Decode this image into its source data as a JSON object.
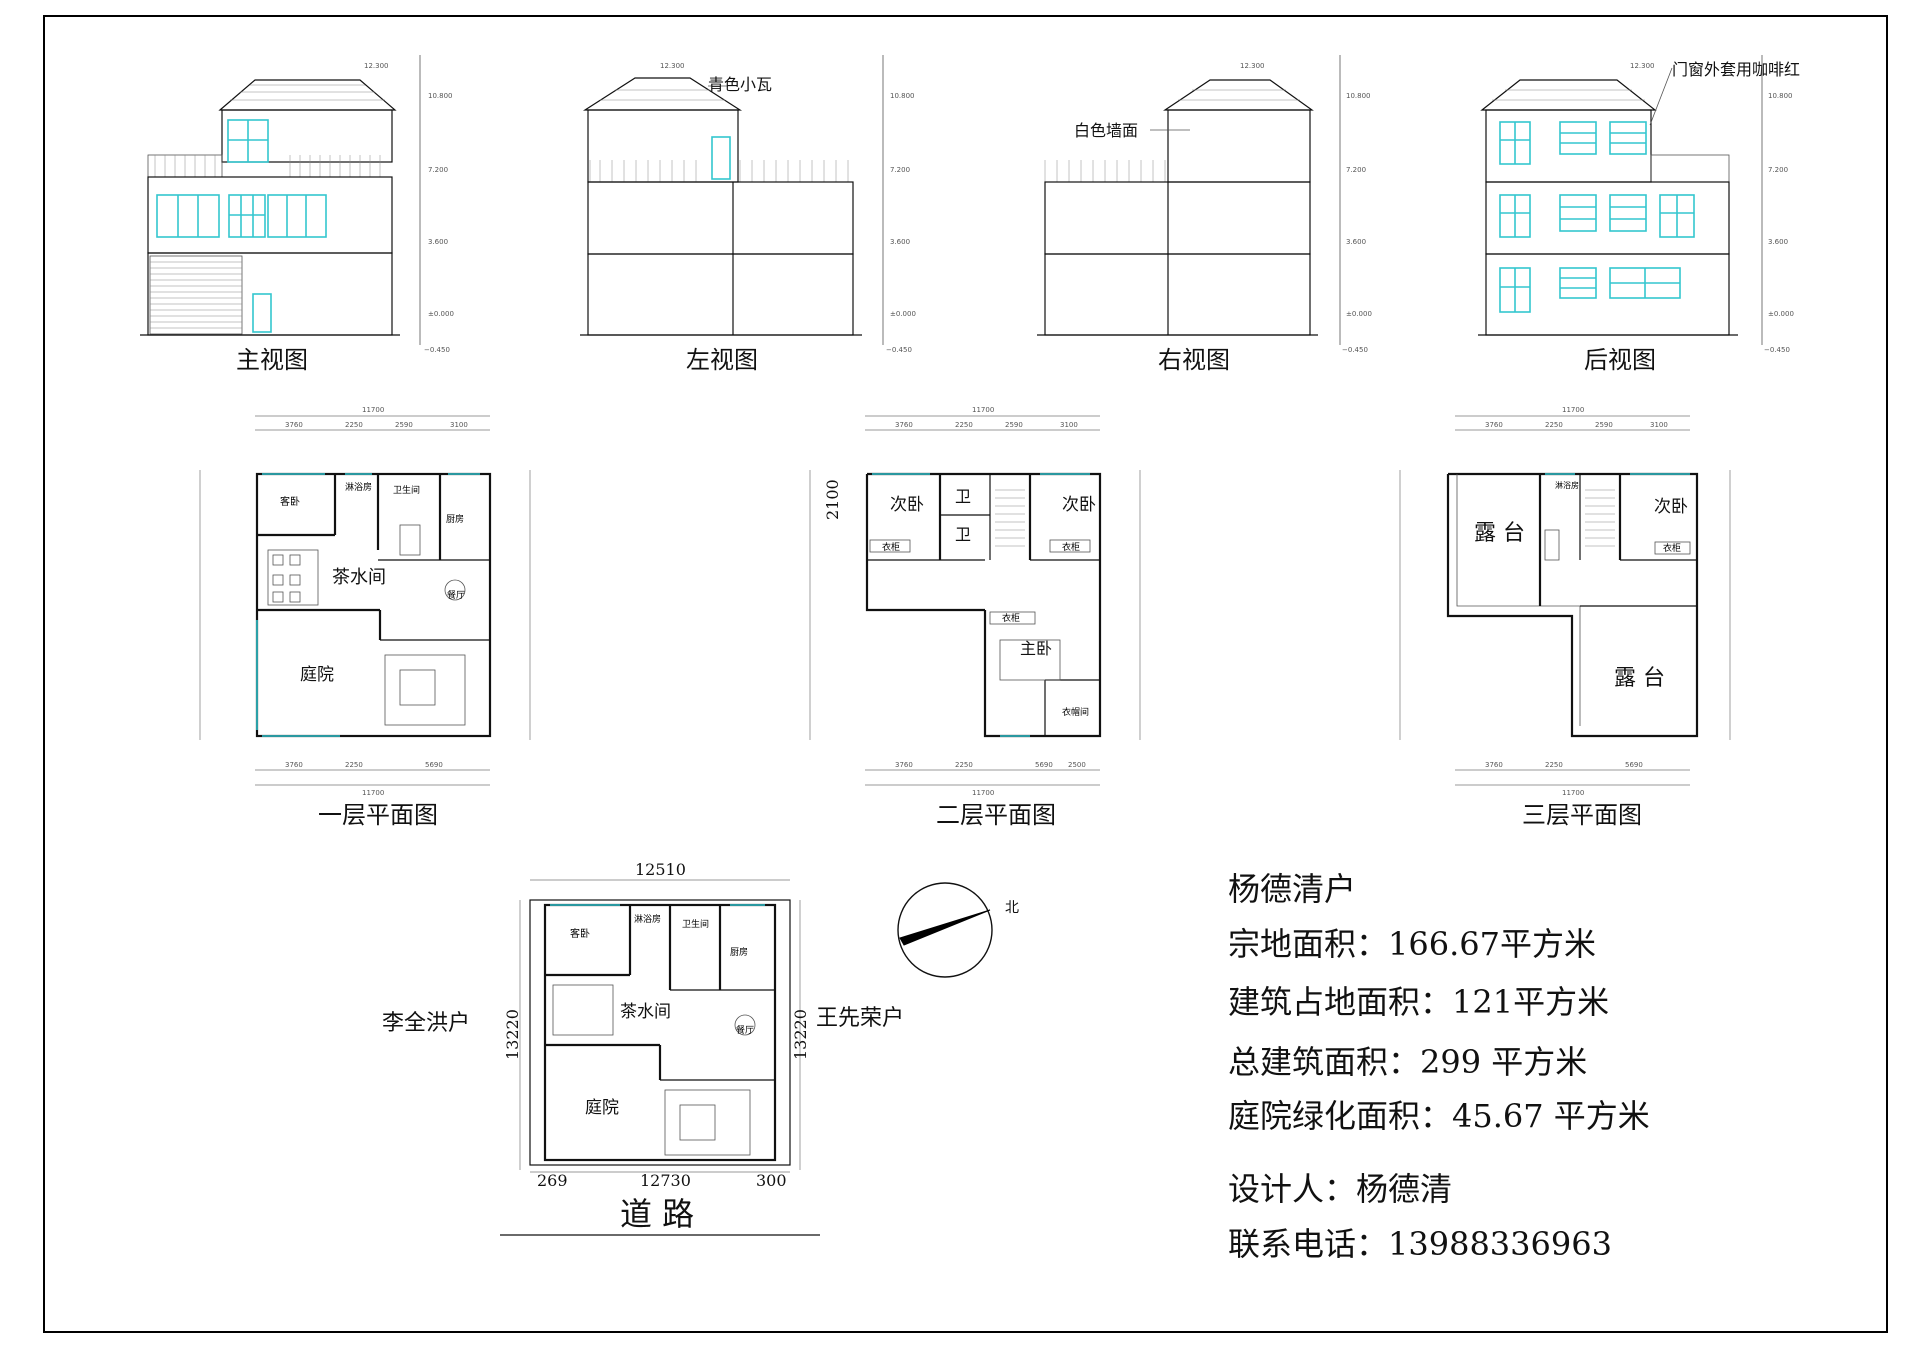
{
  "elevations": {
    "front": {
      "caption": "主视图"
    },
    "left": {
      "caption": "左视图",
      "note": "青色小瓦"
    },
    "right": {
      "caption": "右视图",
      "note": "白色墙面"
    },
    "rear": {
      "caption": "后视图",
      "note": "门窗外套用咖啡红"
    },
    "levels": [
      "12.300",
      "10.800",
      "7.200",
      "3.600",
      "±0.000",
      "−0.450"
    ]
  },
  "plans": {
    "floor1": {
      "caption": "一层平面图",
      "rooms": [
        "客卧",
        "淋浴房",
        "卫生间",
        "厨房",
        "茶水间",
        "餐厅",
        "庭院"
      ],
      "top_dims": [
        "11700",
        "3760",
        "2250",
        "2590",
        "3100"
      ],
      "bottom_dims": [
        "3760",
        "2250",
        "5690",
        "11700"
      ]
    },
    "floor2": {
      "caption": "二层平面图",
      "rooms": [
        "次卧",
        "卫",
        "卫",
        "次卧",
        "衣柜",
        "衣柜",
        "衣柜",
        "主卧",
        "衣帽间"
      ],
      "side_dim": "2100",
      "top_dims": [
        "11700",
        "3760",
        "2250",
        "2590",
        "3100"
      ],
      "bottom_dims": [
        "3760",
        "2250",
        "5690",
        "2500",
        "11700"
      ]
    },
    "floor3": {
      "caption": "三层平面图",
      "rooms": [
        "露 台",
        "次卧",
        "露 台",
        "淋浴房",
        "衣柜"
      ],
      "top_dims": [
        "11700",
        "3760",
        "2250",
        "2590",
        "3100"
      ],
      "bottom_dims": [
        "3760",
        "2250",
        "5690",
        "11700"
      ]
    }
  },
  "site": {
    "width_top": "12510",
    "width_bottom": "12730",
    "left_depth": "13220",
    "right_depth": "13220",
    "left_offset": "269",
    "right_offset": "300",
    "left_neighbor": "李全洪户",
    "right_neighbor": "王先荣户",
    "road": "道 路",
    "north": "北",
    "rooms": [
      "客卧",
      "淋浴房",
      "卫生间",
      "厨房",
      "茶水间",
      "餐厅",
      "庭院"
    ]
  },
  "info": {
    "owner": "杨德清户",
    "lot_area": "宗地面积：166.67平方米",
    "footprint": "建筑占地面积：121平方米",
    "total_area": "总建筑面积：299 平方米",
    "green_area": "庭院绿化面积：45.67 平方米",
    "designer": "设计人：杨德清",
    "phone": "联系电话：13988336963"
  },
  "colors": {
    "window": "#33c6cf",
    "line": "#111111",
    "border": "#000000"
  }
}
